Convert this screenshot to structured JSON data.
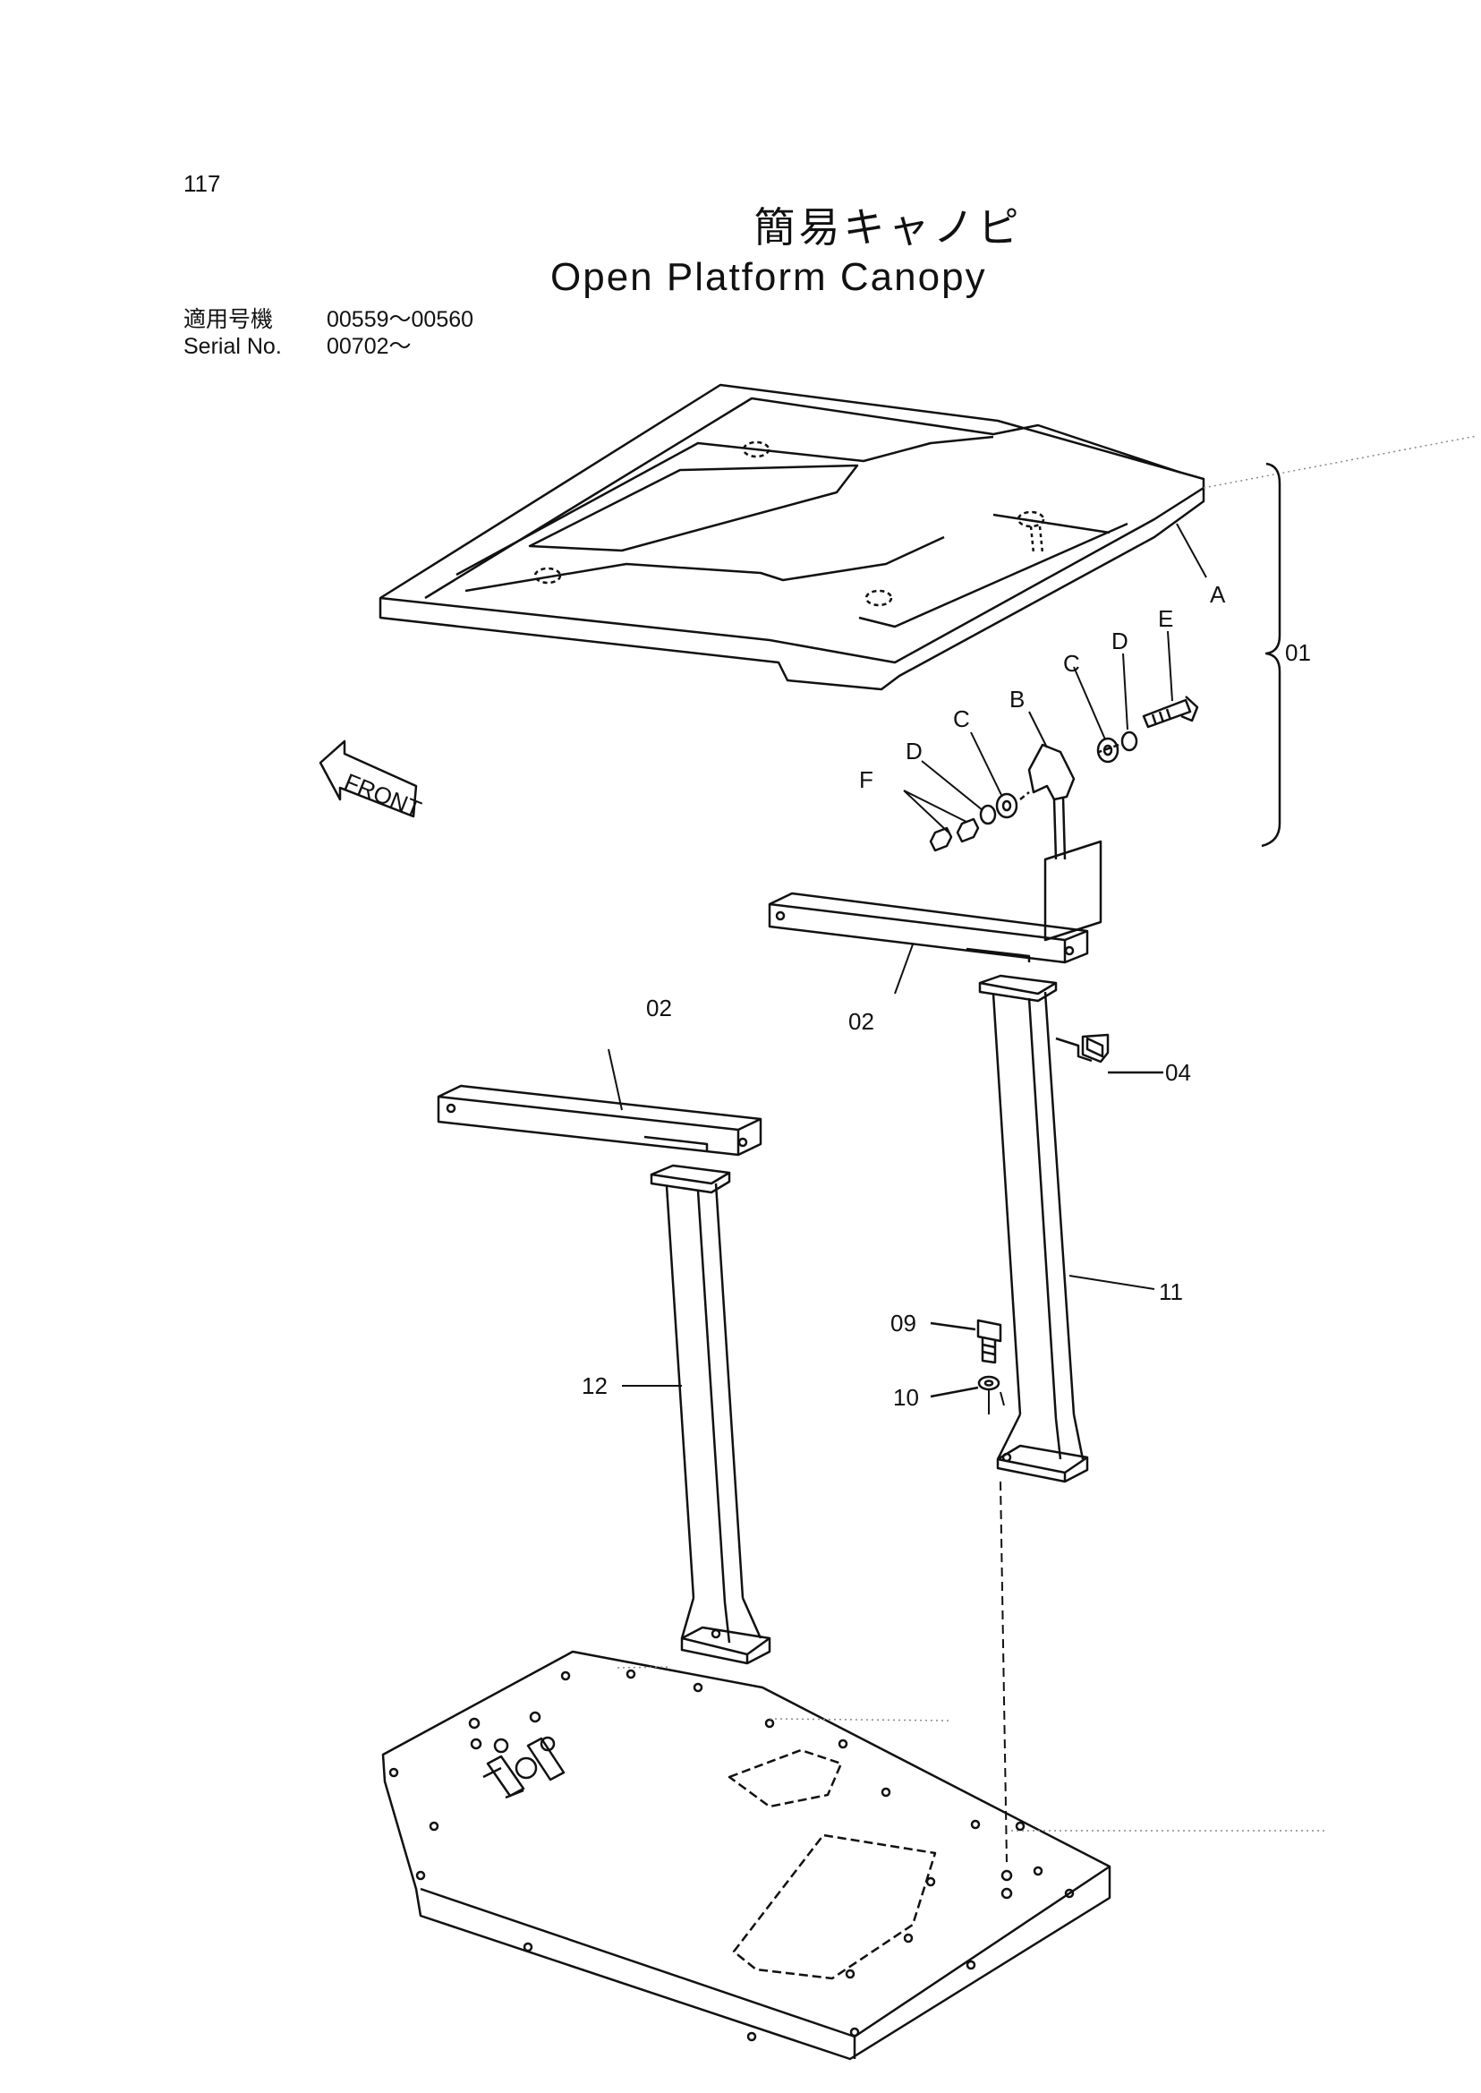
{
  "page_number": "117",
  "title": {
    "japanese": "簡易キャノピ",
    "english": "Open Platform Canopy"
  },
  "applicability": [
    {
      "label": "適用号機",
      "value": "00559～00560"
    },
    {
      "label": "Serial No.",
      "value": "00702～"
    }
  ],
  "front_arrow_label": "FRONT",
  "callouts": {
    "c01": "01",
    "cA": "A",
    "cB": "B",
    "cC1": "C",
    "cC2": "C",
    "cD1": "D",
    "cD2": "D",
    "cE": "E",
    "cF": "F",
    "c02a": "02",
    "c02b": "02",
    "c04": "04",
    "c09": "09",
    "c10": "10",
    "c11": "11",
    "c12": "12"
  }
}
